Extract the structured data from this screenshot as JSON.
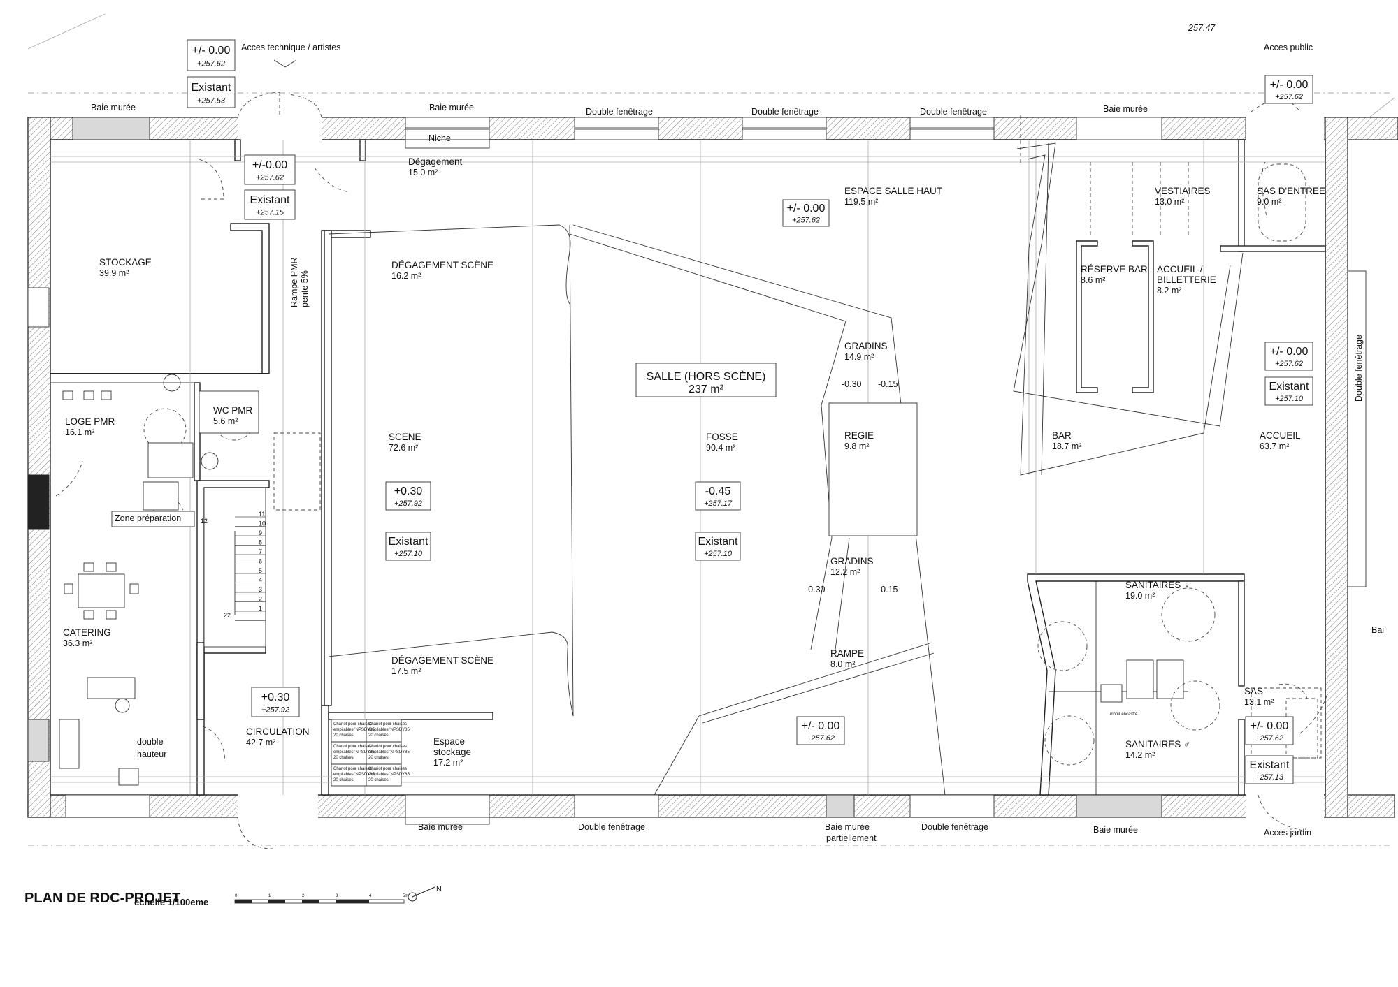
{
  "title": {
    "plan": "PLAN DE RDC-PROJET",
    "scale": "echelle 1/100eme",
    "scale_ticks": [
      "0",
      "1",
      "2",
      "3",
      "4",
      "5m"
    ],
    "north": "N"
  },
  "rooms": [
    {
      "key": "stockage",
      "name": "STOCKAGE",
      "area": "39.9 m²"
    },
    {
      "key": "loge",
      "name": "LOGE PMR",
      "area": "16.1 m²"
    },
    {
      "key": "wc",
      "name": "WC PMR",
      "area": "5.6 m²"
    },
    {
      "key": "catering",
      "name": "CATERING",
      "area": "36.3 m²"
    },
    {
      "key": "circulation",
      "name": "CIRCULATION",
      "area": "42.7 m²"
    },
    {
      "key": "degagement",
      "name": "Dégagement",
      "area": "15.0 m²"
    },
    {
      "key": "deg_scene_top",
      "name": "DÉGAGEMENT SCÈNE",
      "area": "16.2 m²"
    },
    {
      "key": "deg_scene_bot",
      "name": "DÉGAGEMENT SCÈNE",
      "area": "17.5 m²"
    },
    {
      "key": "scene",
      "name": "SCÈNE",
      "area": "72.6 m²"
    },
    {
      "key": "salle",
      "name": "SALLE (HORS SCÈNE)",
      "area": "237 m²"
    },
    {
      "key": "fosse",
      "name": "FOSSE",
      "area": "90.4 m²"
    },
    {
      "key": "espace_salle",
      "name": "ESPACE SALLE HAUT",
      "area": "119.5 m²"
    },
    {
      "key": "gradins_top",
      "name": "GRADINS",
      "area": "14.9 m²"
    },
    {
      "key": "regie",
      "name": "REGIE",
      "area": "9.8 m²"
    },
    {
      "key": "gradins_bot",
      "name": "GRADINS",
      "area": "12.2 m²"
    },
    {
      "key": "rampe",
      "name": "RAMPE",
      "area": "8.0 m²"
    },
    {
      "key": "espace_stockage",
      "name": "Espace stockage",
      "area": "17.2 m²"
    },
    {
      "key": "vestiaires",
      "name": "VESTIAIRES",
      "area": "13.0 m²"
    },
    {
      "key": "sas_entree",
      "name": "SAS D'ENTREE",
      "area": "9.0 m²"
    },
    {
      "key": "reserve_bar",
      "name": "RÉSERVE BAR",
      "area": "8.6 m²"
    },
    {
      "key": "accueil_bill",
      "name": "ACCUEIL / BILLETTERIE",
      "area": "8.2 m²"
    },
    {
      "key": "bar",
      "name": "BAR",
      "area": "18.7 m²"
    },
    {
      "key": "accueil",
      "name": "ACCUEIL",
      "area": "63.7 m²"
    },
    {
      "key": "sanit_f",
      "name": "SANITAIRES ♀",
      "area": "19.0 m²"
    },
    {
      "key": "sanit_h",
      "name": "SANITAIRES ♂",
      "area": "14.2 m²"
    },
    {
      "key": "sas",
      "name": "SAS",
      "area": "13.1 m²"
    }
  ],
  "levels": [
    {
      "main": "+/- 0.00",
      "sub": "+257.62"
    },
    {
      "main": "Existant",
      "sub": "+257.53"
    },
    {
      "main": "+/-0.00",
      "sub": "+257.62"
    },
    {
      "main": "Existant",
      "sub": "+257.15"
    },
    {
      "main": "+/- 0.00",
      "sub": "+257.62"
    },
    {
      "main": "+/- 0.00",
      "sub": "+257.62"
    },
    {
      "main": "+/- 0.00",
      "sub": "+257.62"
    },
    {
      "main": "Existant",
      "sub": "+257.10"
    },
    {
      "main": "+0.30",
      "sub": "+257.92"
    },
    {
      "main": "Existant",
      "sub": "+257.10"
    },
    {
      "main": "-0.45",
      "sub": "+257.17"
    },
    {
      "main": "Existant",
      "sub": "+257.10"
    },
    {
      "main": "+0.30",
      "sub": "+257.92"
    },
    {
      "main": "+/- 0.00",
      "sub": "+257.62"
    },
    {
      "main": "+/- 0.00",
      "sub": "+257.62"
    },
    {
      "main": "Existant",
      "sub": "+257.13"
    }
  ],
  "labels": {
    "acces_tech": "Acces technique / artistes",
    "acces_public": "Acces public",
    "acces_jardin": "Acces jardin",
    "elev_top": "257.47",
    "baie_muree": "Baie murée",
    "baie_partiel_1": "Baie murée",
    "baie_partiel_2": "partiellement",
    "double_fen": "Double fenêtrage",
    "niche": "Niche",
    "rampe_pmr_1": "Rampe PMR",
    "rampe_pmr_2": "pente 5%",
    "zone_prep": "Zone préparation",
    "double_hauteur_1": "double",
    "double_hauteur_2": "hauteur",
    "urinoir": "urinoir encastré",
    "bai_edge": "Bai",
    "slope_1": "-0.30",
    "slope_2": "-0.15",
    "chair_1": "Chariot pour chaises",
    "chair_2": "empilables 'NPSDY85'",
    "chair_3": "20 chaises",
    "stair_12": "12",
    "stair_22": "22",
    "stair_nums": [
      "11",
      "10",
      "9",
      "8",
      "7",
      "6",
      "5",
      "4",
      "3",
      "2",
      "1"
    ]
  }
}
